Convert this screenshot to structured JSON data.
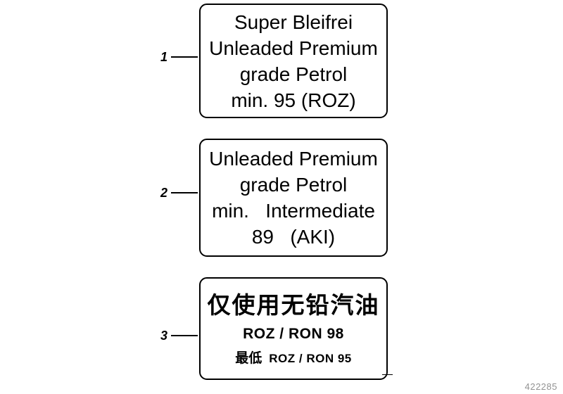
{
  "diagram": {
    "part_number": "422285",
    "callouts": [
      {
        "ref": "1"
      },
      {
        "ref": "2"
      },
      {
        "ref": "3"
      }
    ],
    "box1": {
      "lines": [
        "Super Bleifrei",
        "Unleaded Premium",
        "grade Petrol",
        "min. 95 (ROZ)"
      ]
    },
    "box2": {
      "lines": [
        "Unleaded Premium",
        "grade Petrol",
        "min.   Intermediate",
        "89   (AKI)"
      ]
    },
    "box3": {
      "cn_line": "仅使用无铅汽油",
      "line2": "ROZ / RON 98",
      "line3_cn": "最低",
      "line3_latin": "ROZ / RON 95"
    }
  }
}
